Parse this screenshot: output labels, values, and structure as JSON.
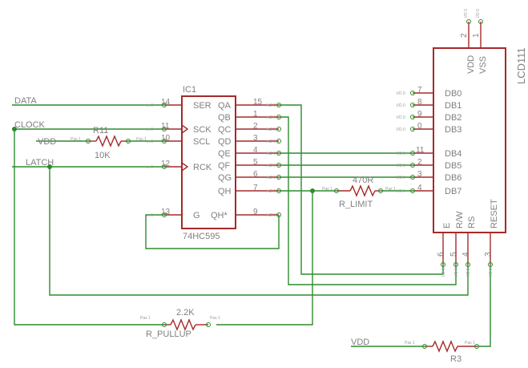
{
  "nets": {
    "data": "DATA",
    "clock": "CLOCK",
    "vdd_left": "VDD",
    "latch": "LATCH",
    "vdd_bottom": "VDD"
  },
  "ic1": {
    "name": "IC1",
    "value": "74HC595",
    "left_pins": [
      {
        "label": "SER",
        "num": "14"
      },
      {
        "label": "SCK",
        "num": "11"
      },
      {
        "label": "SCL",
        "num": "10"
      },
      {
        "label": "RCK",
        "num": "12"
      },
      {
        "label": "G",
        "num": "13"
      }
    ],
    "right_pins": [
      {
        "label": "QA",
        "num": "15"
      },
      {
        "label": "QB",
        "num": "1"
      },
      {
        "label": "QC",
        "num": "2"
      },
      {
        "label": "QD",
        "num": "3"
      },
      {
        "label": "QE",
        "num": "4"
      },
      {
        "label": "QF",
        "num": "5"
      },
      {
        "label": "QG",
        "num": "6"
      },
      {
        "label": "QH",
        "num": "7"
      },
      {
        "label": "QH*",
        "num": "9"
      }
    ]
  },
  "lcd": {
    "name": "LCD111",
    "power_pins": [
      {
        "label": "VDD",
        "num": "2"
      },
      {
        "label": "VSS",
        "num": "1"
      }
    ],
    "data_pins": [
      {
        "label": "DB0",
        "num": "7"
      },
      {
        "label": "DB1",
        "num": "8"
      },
      {
        "label": "DB2",
        "num": "9"
      },
      {
        "label": "DB3",
        "num": "0"
      },
      {
        "label": "DB4",
        "num": "11"
      },
      {
        "label": "DB5",
        "num": "2"
      },
      {
        "label": "DB6",
        "num": "3"
      },
      {
        "label": "DB7",
        "num": "4"
      }
    ],
    "bottom_pins": [
      {
        "label": "E",
        "num": "6"
      },
      {
        "label": "R/W",
        "num": "5"
      },
      {
        "label": "RS",
        "num": "4"
      },
      {
        "label": "RESET",
        "num": "3"
      }
    ]
  },
  "resistors": {
    "r11": {
      "name": "R11",
      "value": "10K"
    },
    "r_limit": {
      "name": "R_LIMIT",
      "value": "470R"
    },
    "r_pullup": {
      "name": "R_PULLUP",
      "value": "2.2K"
    },
    "r3": {
      "name": "R3"
    }
  },
  "pin_tags": {
    "in": "in 0",
    "i0": "I/O 0",
    "hiz": "HiZ 0",
    "pas": "Pas 1"
  },
  "colors": {
    "wire": "#2e8b2e",
    "symbol": "#a52a2a",
    "text": "#808080"
  }
}
